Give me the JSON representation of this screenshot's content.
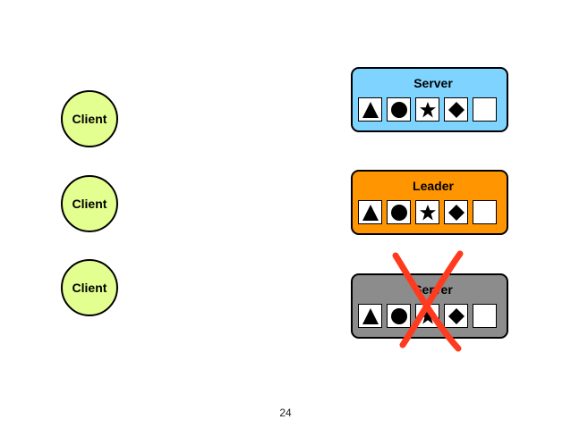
{
  "clients": [
    {
      "label": "Client"
    },
    {
      "label": "Client"
    },
    {
      "label": "Client"
    }
  ],
  "servers": [
    {
      "label": "Server",
      "role": "follower",
      "color": "#7fd3ff",
      "crashed": false
    },
    {
      "label": "Leader",
      "role": "leader",
      "color": "#ff9500",
      "crashed": false
    },
    {
      "label": "Server",
      "role": "follower",
      "color": "#8c8c8c",
      "crashed": true
    }
  ],
  "log_entries": [
    "triangle",
    "circle",
    "star",
    "diamond",
    "empty"
  ],
  "colors": {
    "client_fill": "#e3ff8f",
    "crash_mark": "#ff3b1f"
  },
  "page_number": "24"
}
